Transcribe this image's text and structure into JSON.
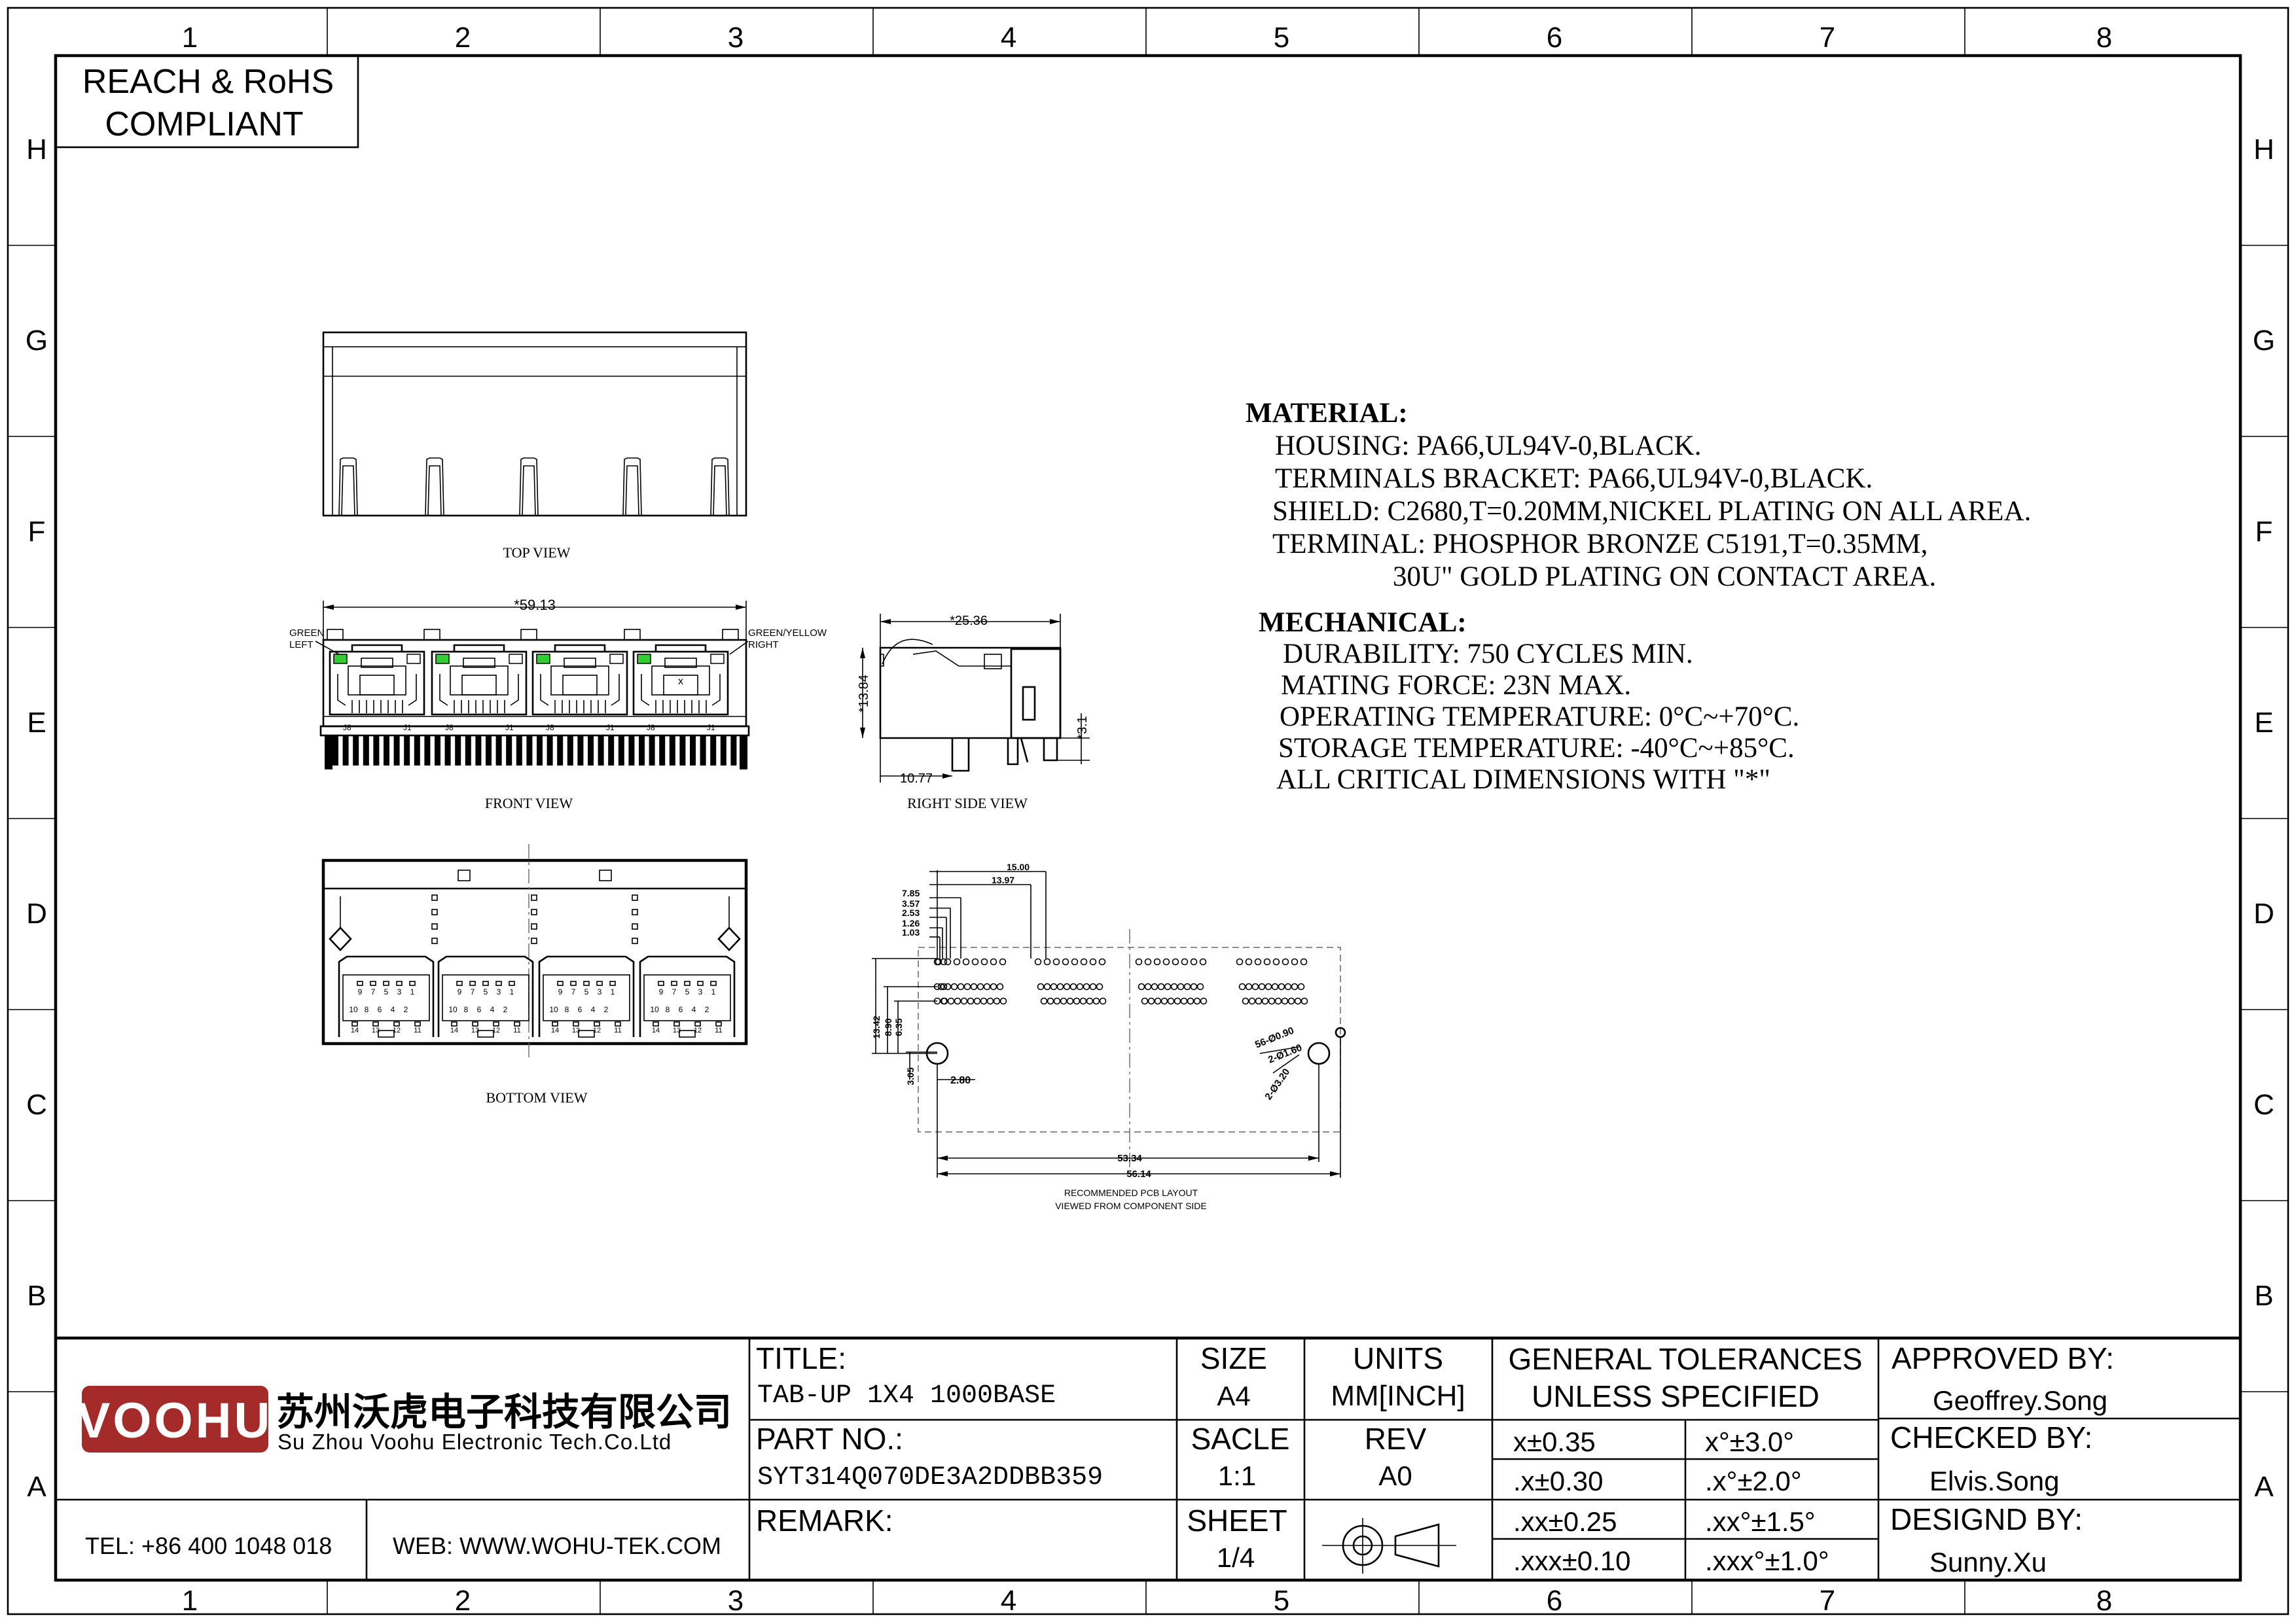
{
  "border": {
    "columns": [
      "1",
      "2",
      "3",
      "4",
      "5",
      "6",
      "7",
      "8"
    ],
    "rows": [
      "H",
      "G",
      "F",
      "E",
      "D",
      "C",
      "B",
      "A"
    ]
  },
  "compliance": {
    "line1": "REACH & RoHS",
    "line2": "COMPLIANT"
  },
  "views": {
    "top": "TOP VIEW",
    "front": "FRONT VIEW",
    "right_side": "RIGHT SIDE VIEW",
    "bottom": "BOTTOM VIEW",
    "pcb_line1": "RECOMMENDED PCB LAYOUT",
    "pcb_line2": "VIEWED FROM COMPONENT SIDE"
  },
  "front_view": {
    "width_dim": "*59.13",
    "led_left_line1": "GREEN",
    "led_left_line2": "LEFT",
    "led_right_line1": "GREEN/YELLOW",
    "led_right_line2": "RIGHT",
    "port_pin_left": "J8",
    "port_pin_right": "J1",
    "port_mark": "x",
    "led_color": "#33cc33"
  },
  "side_view": {
    "depth_dim": "*25.36",
    "height_dim": "*13.84",
    "pin_dim": "*3.1",
    "offset_dim": "10.77"
  },
  "bottom_view": {
    "row_top": [
      "9",
      "7",
      "5",
      "3",
      "1"
    ],
    "row_bottom": [
      "10",
      "8",
      "6",
      "4",
      "2"
    ],
    "row_led": [
      "14",
      "13",
      "12",
      "11"
    ]
  },
  "pcb": {
    "dims_top": [
      "15.00",
      "13.97",
      "7.85",
      "3.57",
      "2.53",
      "1.26",
      "1.03"
    ],
    "dims_left": [
      "13.42",
      "8.90",
      "6.35",
      "3.05"
    ],
    "dim_280": "2.80",
    "dims_bottom": [
      "53.34",
      "56.14"
    ],
    "hole_callouts": [
      "56-Ø0.90",
      "2-Ø1.60",
      "2-Ø3.20"
    ]
  },
  "material": {
    "heading": "MATERIAL:",
    "lines": [
      "HOUSING: PA66,UL94V-0,BLACK.",
      "TERMINALS BRACKET: PA66,UL94V-0,BLACK.",
      "SHIELD: C2680,T=0.20MM,NICKEL PLATING ON ALL AREA.",
      "TERMINAL: PHOSPHOR BRONZE C5191,T=0.35MM,",
      "30U\" GOLD PLATING ON CONTACT AREA."
    ]
  },
  "mechanical": {
    "heading": "MECHANICAL:",
    "lines": [
      "DURABILITY: 750 CYCLES MIN.",
      "MATING FORCE: 23N MAX.",
      "OPERATING TEMPERATURE: 0°C~+70°C.",
      "STORAGE TEMPERATURE: -40°C~+85°C.",
      "ALL CRITICAL DIMENSIONS WITH \"*\""
    ]
  },
  "title_block": {
    "logo_text": "VOOHU",
    "logo_color": "#a52a2a",
    "company_cn": "苏州沃虎电子科技有限公司",
    "company_en": "Su Zhou Voohu Electronic Tech.Co.Ltd",
    "tel": "TEL: +86 400 1048 018",
    "web": "WEB: WWW.WOHU-TEK.COM",
    "web_color": "#1f3f8f",
    "title_label": "TITLE:",
    "title_value": "TAB-UP 1X4 1000BASE",
    "part_label": "PART NO.:",
    "part_value": "SYT314Q070DE3A2DDBB359",
    "remark_label": "REMARK:",
    "size_label": "SIZE",
    "size_value": "A4",
    "units_label": "UNITS",
    "units_value": "MM[INCH]",
    "scale_label": "SACLE",
    "scale_value": "1:1",
    "rev_label": "REV",
    "rev_value": "A0",
    "sheet_label": "SHEET",
    "sheet_value": "1/4",
    "tol_line1": "GENERAL TOLERANCES",
    "tol_line2": "UNLESS SPECIFIED",
    "tolerances": [
      [
        "x±0.35",
        "x°±3.0°"
      ],
      [
        ".x±0.30",
        ".x°±2.0°"
      ],
      [
        ".xx±0.25",
        ".xx°±1.5°"
      ],
      [
        ".xxx±0.10",
        ".xxx°±1.0°"
      ]
    ],
    "approved_label": "APPROVED BY:",
    "approved_value": "Geoffrey.Song",
    "checked_label": "CHECKED BY:",
    "checked_value": "Elvis.Song",
    "designed_label": "DESIGND BY:",
    "designed_value": "Sunny.Xu"
  }
}
